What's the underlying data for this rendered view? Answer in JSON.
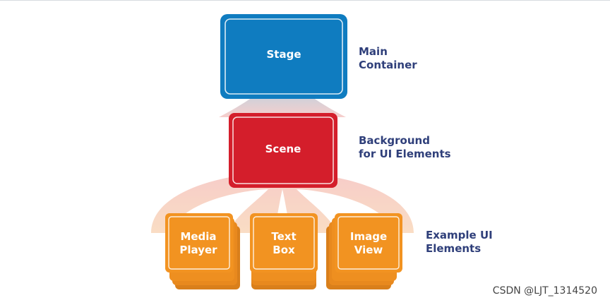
{
  "nodes": {
    "stage": {
      "label": "Stage",
      "color": "#0f7cc0"
    },
    "scene": {
      "label": "Scene",
      "color": "#d41e2b"
    },
    "media_player": {
      "label_line1": "Media",
      "label_line2": "Player",
      "color": "#f29321"
    },
    "text_box": {
      "label_line1": "Text",
      "label_line2": "Box",
      "color": "#f29321"
    },
    "image_view": {
      "label_line1": "Image",
      "label_line2": "View",
      "color": "#f29321"
    }
  },
  "side_labels": {
    "stage": {
      "line1": "Main",
      "line2": "Container"
    },
    "scene": {
      "line1": "Background",
      "line2": "for UI Elements"
    },
    "elements": {
      "line1": "Example UI",
      "line2": "Elements"
    }
  },
  "watermark": "CSDN @LJT_1314520",
  "colors": {
    "side_text": "#2f3f7a",
    "stage_glow": "#9fd0e8",
    "scene_glow": "#f6c9c6",
    "elements_glow": "#f9d9bd"
  }
}
